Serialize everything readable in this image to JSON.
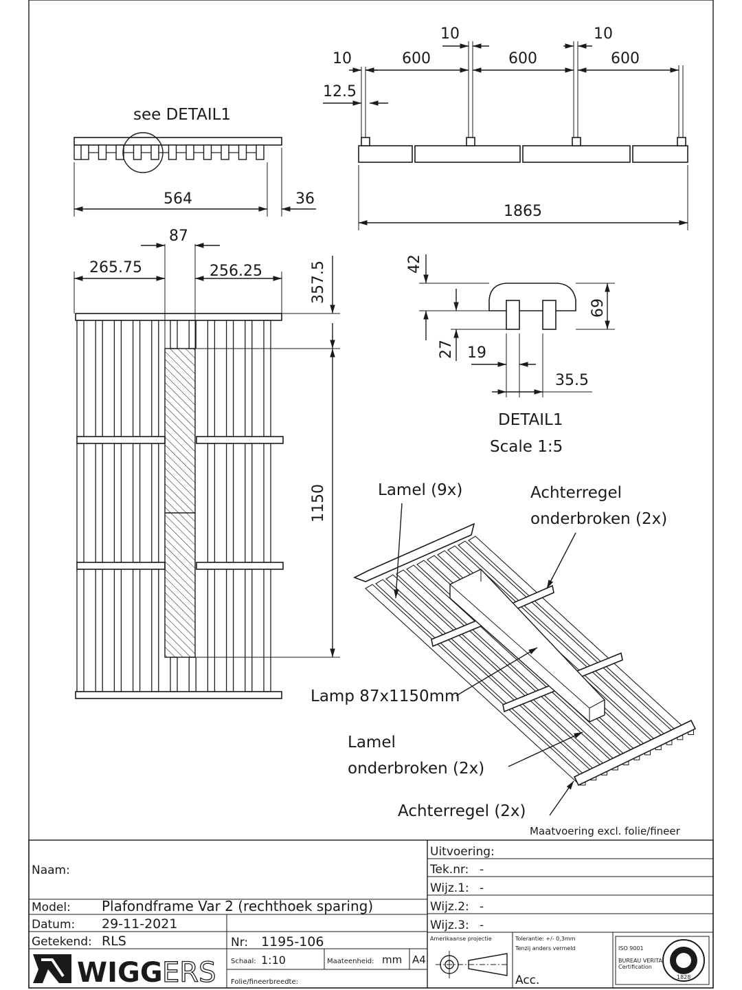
{
  "views": {
    "top": {
      "see_detail": "see DETAIL1",
      "dim_width": "564",
      "dim_end": "36"
    },
    "front": {
      "dim_10_a": "10",
      "dim_10_b": "10",
      "dim_10_c": "10",
      "dim_600_a": "600",
      "dim_600_b": "600",
      "dim_600_c": "600",
      "dim_12_5": "12.5",
      "dim_total": "1865"
    },
    "plan": {
      "dim_87": "87",
      "dim_left": "265.75",
      "dim_right": "256.25",
      "dim_top": "357.5",
      "dim_len": "1150"
    },
    "detail": {
      "dim_42": "42",
      "dim_69": "69",
      "dim_27": "27",
      "dim_19": "19",
      "dim_35_5": "35.5",
      "title": "DETAIL1",
      "scale": "Scale 1:5"
    },
    "iso": {
      "lamel": "Lamel (9x)",
      "achter_1": "Achterregel",
      "achter_2": "onderbroken (2x)",
      "lamp": "Lamp 87x1150mm",
      "lamel_b_1": "Lamel",
      "lamel_b_2": "onderbroken (2x)",
      "achterregel": "Achterregel (2x)",
      "note": "Maatvoering excl. folie/fineer"
    }
  },
  "titleblock": {
    "naam_label": "Naam:",
    "model_label": "Model:",
    "model_value": "Plafondframe Var 2 (rechthoek sparing)",
    "datum_label": "Datum:",
    "datum_value": "29-11-2021",
    "getekend_label": "Getekend:",
    "getekend_value": "RLS",
    "nr_label": "Nr:",
    "nr_value": "1195-106",
    "schaal_label": "Schaal:",
    "schaal_value": "1:10",
    "maateenheid_label": "Maateenheid:",
    "maateenheid_value": "mm",
    "paper": "A4",
    "folie_label": "Folie/fineerbreedte:",
    "uitvoering_label": "Uitvoering:",
    "teknr_label": "Tek.nr:",
    "teknr_value": "-",
    "wijz1_label": "Wijz.1:",
    "wijz1_value": "-",
    "wijz2_label": "Wijz.2:",
    "wijz2_value": "-",
    "wijz3_label": "Wijz.3:",
    "wijz3_value": "-",
    "projection": "Amerikaanse projectie",
    "tolerance_1": "Tolerantie: +/- 0,3mm",
    "tolerance_2": "Tenzij anders vermeld",
    "acc_label": "Acc.",
    "logo_part1": "WIGG",
    "logo_part2": "ERS",
    "cert_1": "ISO 9001",
    "cert_2": "BUREAU VERITAS",
    "cert_3": "Certification",
    "seal_year": "1828",
    "seal_text": "BUREAU VERITAS"
  }
}
